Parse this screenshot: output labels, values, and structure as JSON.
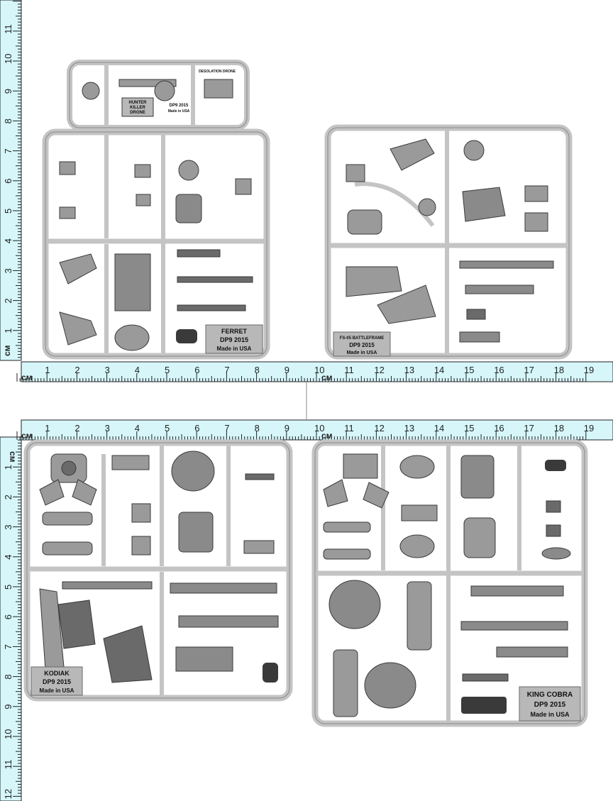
{
  "rulers": {
    "unit": "см",
    "numbers": [
      "1",
      "2",
      "3",
      "4",
      "5",
      "6",
      "7",
      "8",
      "9",
      "10",
      "11",
      "12",
      "13",
      "14",
      "15",
      "16",
      "17",
      "18",
      "19"
    ],
    "vertical_numbers": [
      "1",
      "2",
      "3",
      "4",
      "5",
      "6",
      "7",
      "8",
      "9",
      "10",
      "11",
      "12"
    ],
    "fill": "#d6f6fa",
    "line": "#222222"
  },
  "sprues": {
    "ferret": {
      "name": "FERRET",
      "copyright": "DP9 2015",
      "made": "Made in USA"
    },
    "fs": {
      "name": "FS-05 BATTLEFRAME",
      "copyright": "DP9 2015",
      "made": "Made in USA"
    },
    "kodiak": {
      "name": "KODIAK",
      "copyright": "DP9 2015",
      "made": "Made in USA"
    },
    "kingcobra": {
      "name": "KING COBRA",
      "copyright": "DP9 2015",
      "made": "Made in USA"
    },
    "drone": {
      "name_line1": "HUNTER",
      "name_line2": "KILLER",
      "name_line3": "DRONE",
      "copyright": "DP9 2015",
      "made": "Made in USA",
      "top_label": "DESOLATION DRONE"
    }
  },
  "colors": {
    "sprue": "#c4c4c4",
    "sprue_dark": "#8a8a8a",
    "part": "#9a9a9a",
    "part_dark": "#3a3a3a",
    "plaque": "#b8b8b8"
  }
}
